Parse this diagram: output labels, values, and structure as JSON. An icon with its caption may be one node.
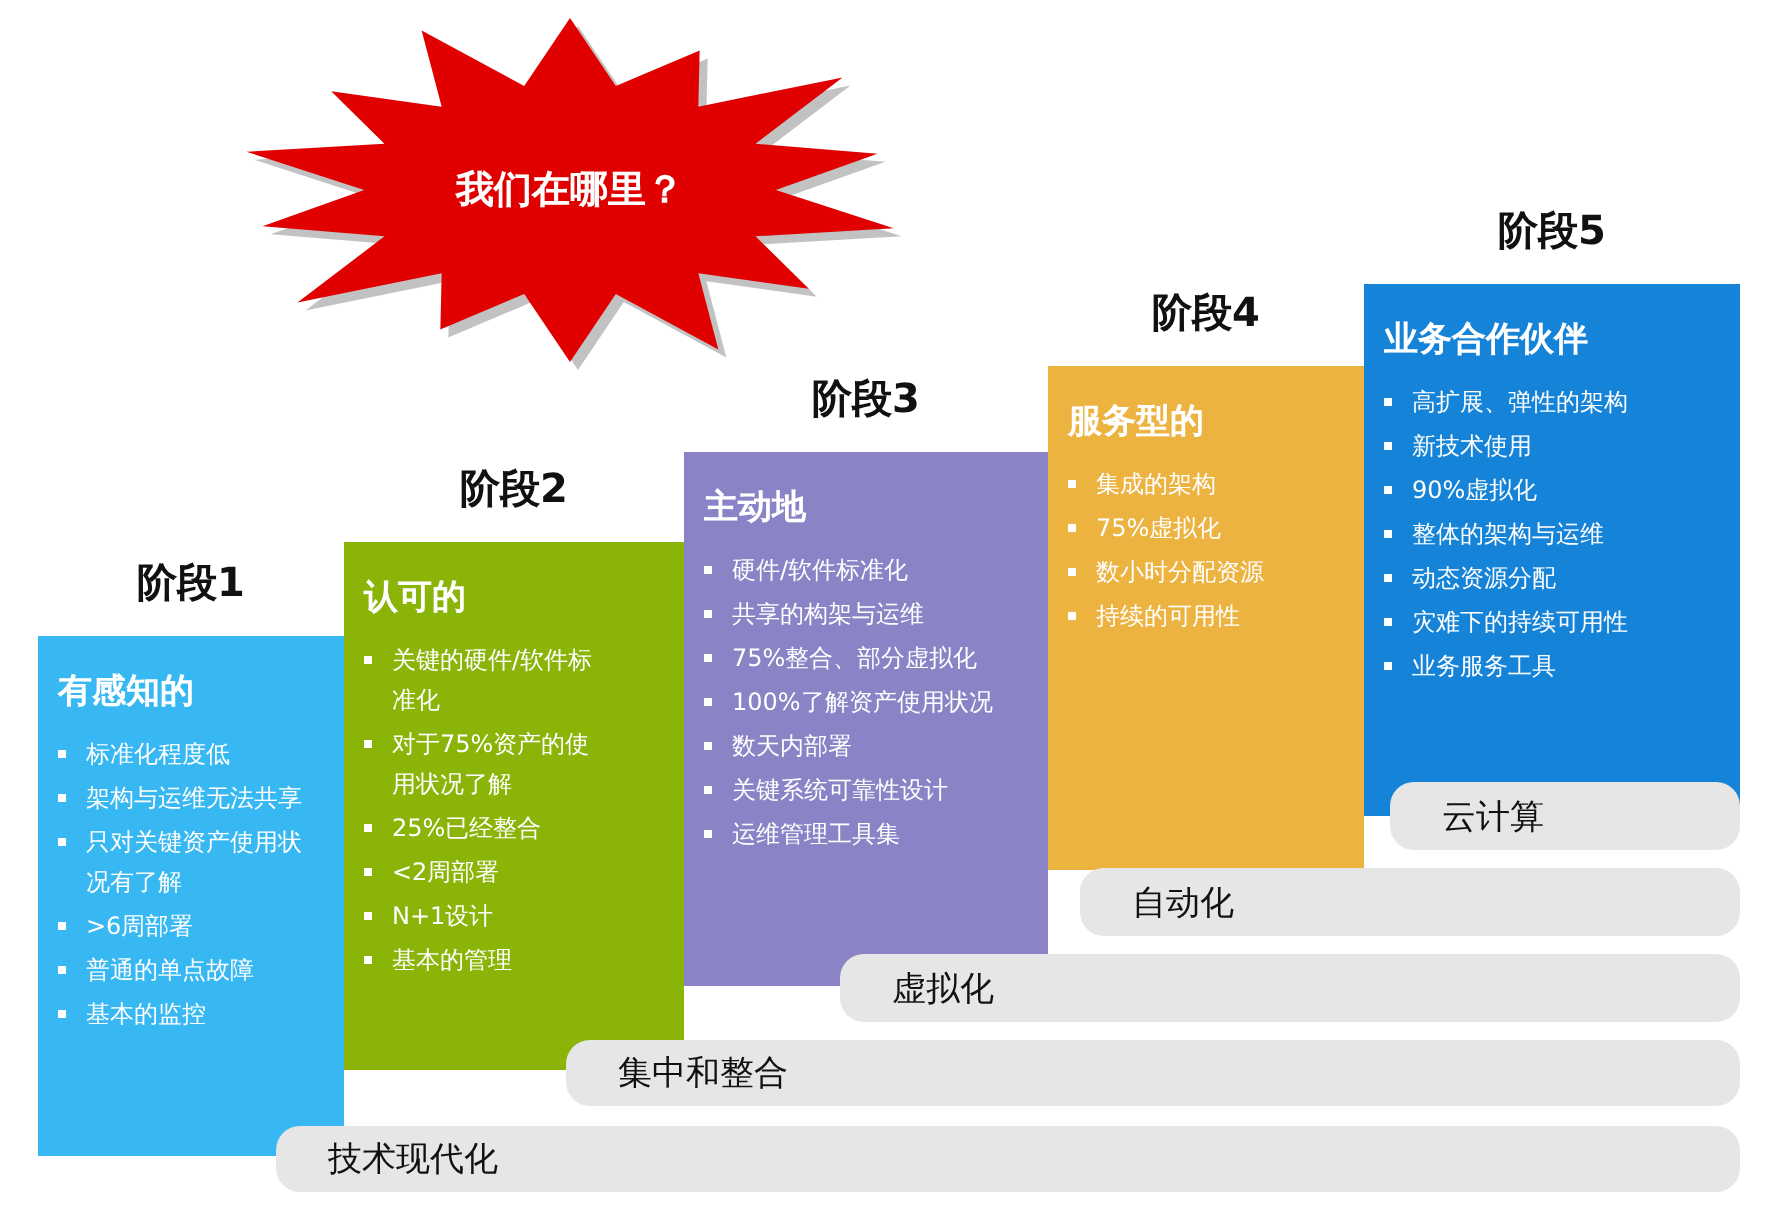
{
  "diagram": {
    "nodes": [
      {
        "text": [
          "我们在哪里？"
        ]
      },
      {
        "text": [
          "阶段1",
          "有感知的",
          "标准化程度低",
          "架构与运维无法共享",
          "只对关键资产使用状况有了解",
          ">6周部署",
          "普通的单点故障",
          "基本的监控"
        ]
      },
      {
        "text": [
          "阶段2",
          "认可的",
          "关键的硬件/软件标准化",
          "对于75%资产的使用状况了解",
          "25%已经整合",
          "<2周部署",
          "N+1设计",
          "基本的管理"
        ]
      },
      {
        "text": [
          "阶段3",
          "主动地",
          "硬件/软件标准化",
          "共享的构架与运维",
          "75%整合、部分虚拟化",
          "100%了解资产使用状况",
          "数天内部署",
          "关键系统可靠性设计",
          "运维管理工具集"
        ]
      },
      {
        "text": [
          "阶段4",
          "服务型的",
          "集成的架构",
          "75%虚拟化",
          "数小时分配资源",
          "持续的可用性"
        ]
      },
      {
        "text": [
          "阶段5",
          "业务合作伙伴",
          "高扩展、弹性的架构",
          "新技术使用",
          "90%虚拟化",
          "整体的架构与运维",
          "动态资源分配",
          "灾难下的持续可用性",
          "业务服务工具"
        ]
      },
      {
        "text": [
          "云计算"
        ]
      },
      {
        "text": [
          "自动化"
        ]
      },
      {
        "text": [
          "虚拟化"
        ]
      },
      {
        "text": [
          "集中和整合"
        ]
      },
      {
        "text": [
          "技术现代化"
        ]
      }
    ]
  }
}
